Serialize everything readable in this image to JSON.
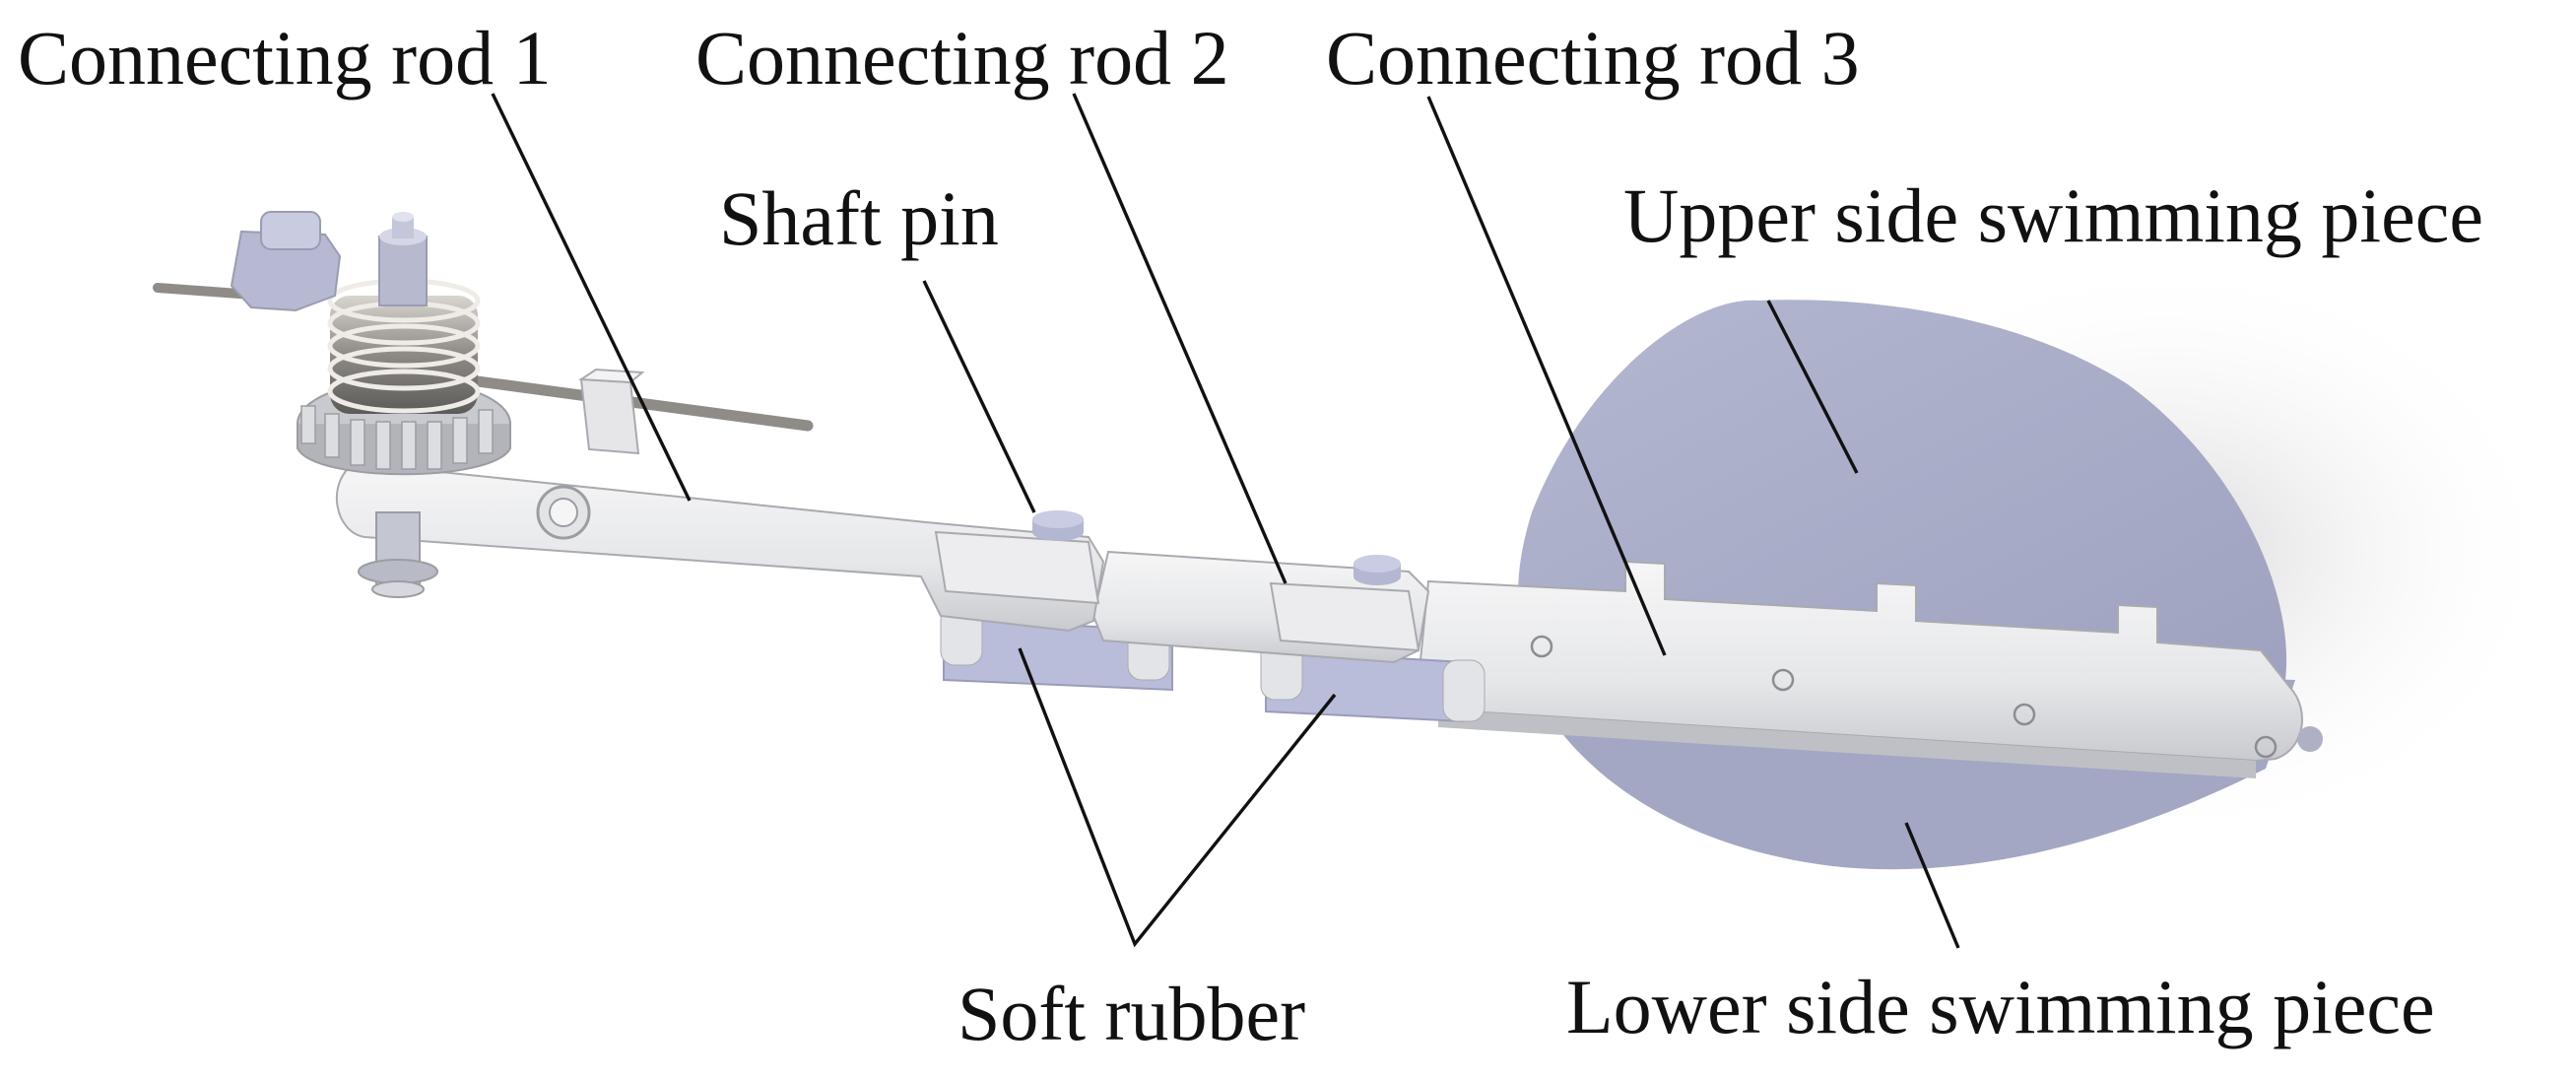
{
  "labels": {
    "rod1": "Connecting rod 1",
    "rod2": "Connecting rod 2",
    "rod3": "Connecting rod 3",
    "shaft_pin": "Shaft pin",
    "upper_piece": "Upper side swimming piece",
    "lower_piece": "Lower side swimming piece",
    "soft_rubber": "Soft rubber"
  },
  "colors": {
    "fin": "#a7abc6",
    "rod": "#e7e8e9",
    "rubber": "#b9bcd9",
    "metal": "#c9cbd6",
    "text": "#111111"
  }
}
